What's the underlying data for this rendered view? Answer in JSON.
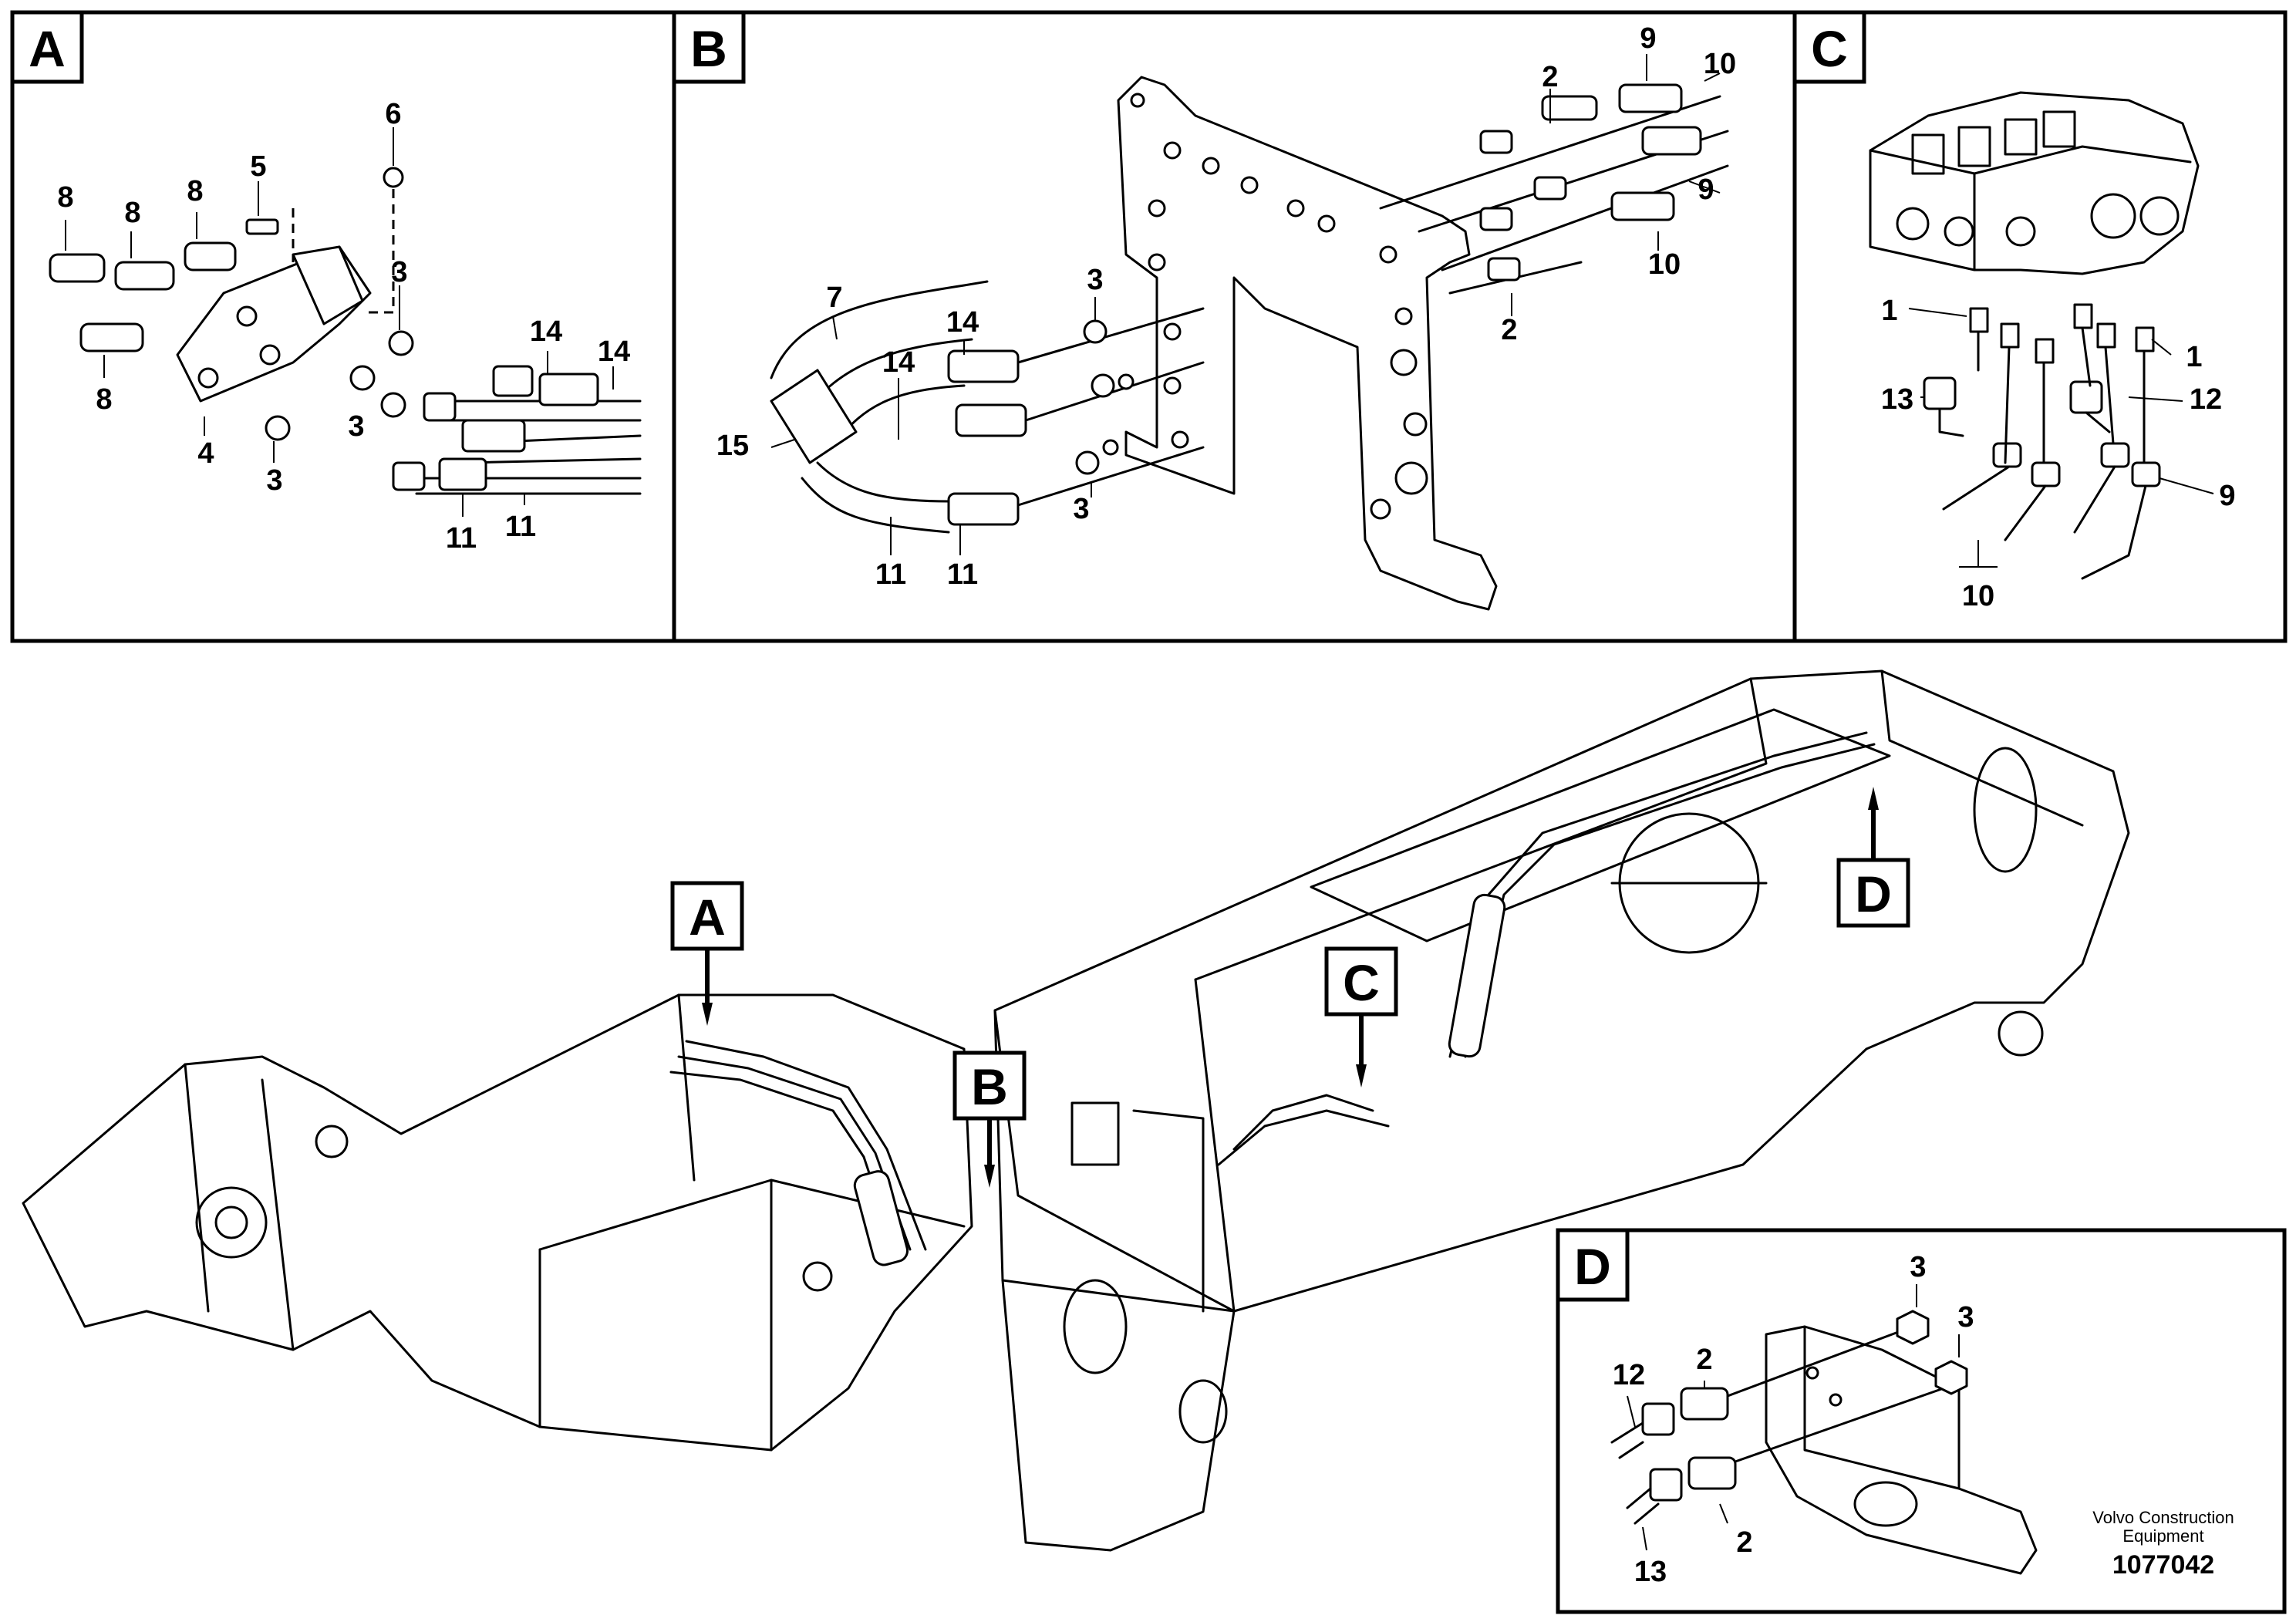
{
  "panels": {
    "A": {
      "letter": "A",
      "labels": [
        "6",
        "5",
        "8",
        "8",
        "8",
        "8",
        "3",
        "14",
        "14",
        "3",
        "4",
        "3",
        "11",
        "11"
      ]
    },
    "B": {
      "letter": "B",
      "labels": [
        "9",
        "10",
        "2",
        "9",
        "10",
        "2",
        "7",
        "14",
        "3",
        "14",
        "15",
        "3",
        "11",
        "11"
      ]
    },
    "C": {
      "letter": "C",
      "labels": [
        "1",
        "1",
        "13",
        "12",
        "9",
        "10"
      ]
    },
    "D": {
      "letter": "D",
      "labels": [
        "3",
        "3",
        "12",
        "2",
        "2",
        "13"
      ]
    }
  },
  "main_tags": [
    "A",
    "B",
    "C",
    "D"
  ],
  "footer": {
    "brand_line1": "Volvo Construction",
    "brand_line2": "Equipment",
    "doc_number": "1077042"
  }
}
